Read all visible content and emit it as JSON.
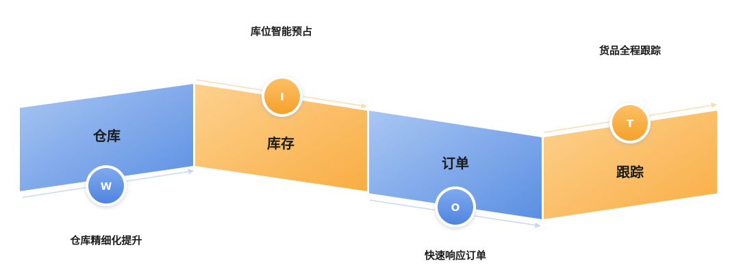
{
  "stages": [
    {
      "title": "仓库",
      "badge": "W",
      "caption": "仓库精细化提升",
      "theme": "blue"
    },
    {
      "title": "库存",
      "badge": "I",
      "caption": "库位智能预占",
      "theme": "orange"
    },
    {
      "title": "订单",
      "badge": "O",
      "caption": "快速响应订单",
      "theme": "blue"
    },
    {
      "title": "跟踪",
      "badge": "T",
      "caption": "货品全程跟踪",
      "theme": "orange"
    }
  ],
  "colors": {
    "blue_light": "#a9c6f3",
    "blue_dark": "#5b8fe2",
    "orange_light": "#fdd18f",
    "orange_dark": "#f9ad43",
    "arrow_blue": "#c7d8f6",
    "arrow_orange": "#fbdcb0"
  }
}
